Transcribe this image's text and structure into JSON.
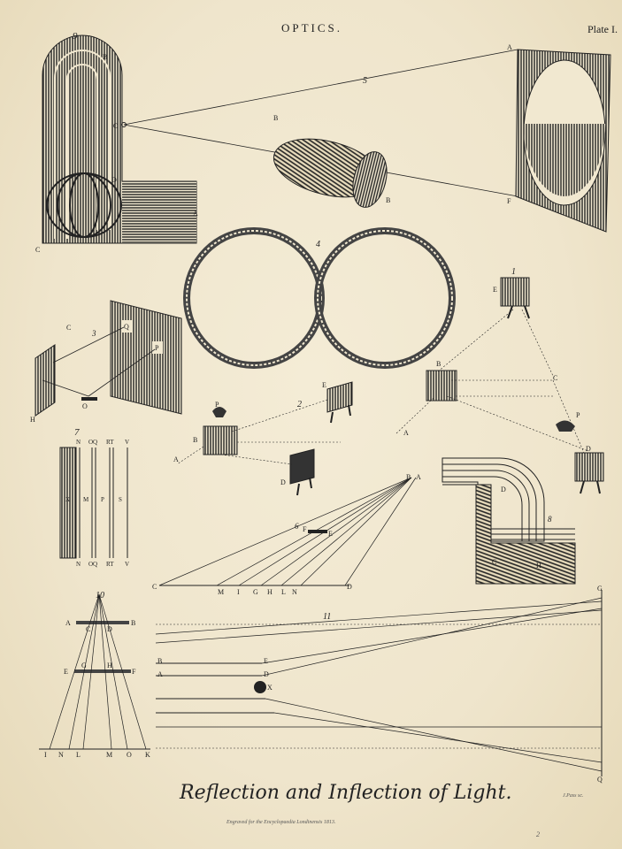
{
  "header": {
    "title": "OPTICS.",
    "plate": "Plate I."
  },
  "figures": {
    "fig1": {
      "num": "1",
      "labels": [
        "E",
        "B",
        "C",
        "A",
        "P",
        "D"
      ]
    },
    "fig2": {
      "num": "2",
      "labels": [
        "P",
        "B",
        "E",
        "A",
        "D"
      ]
    },
    "fig3": {
      "num": "3",
      "labels": [
        "C",
        "H",
        "Q",
        "P",
        "O"
      ]
    },
    "fig4": {
      "num": "4"
    },
    "fig5": {
      "num": "5",
      "labels": [
        "O",
        "B",
        "B",
        "A",
        "F"
      ]
    },
    "fig6": {
      "num": "6",
      "labels": [
        "B",
        "A",
        "F",
        "E",
        "C",
        "M",
        "I",
        "G",
        "H",
        "L",
        "N",
        "D"
      ]
    },
    "fig7": {
      "num": "7",
      "top": [
        "N",
        "OQ",
        "RT",
        "V"
      ],
      "bottom": [
        "N",
        "OQ",
        "RT",
        "V"
      ],
      "mid": [
        "X",
        "M",
        "P",
        "S"
      ]
    },
    "fig8": {
      "num": "8",
      "labels": [
        "D",
        "C",
        "H"
      ]
    },
    "fig9": {
      "num": "9",
      "labels": [
        "B",
        "D",
        "A",
        "C"
      ]
    },
    "fig10": {
      "num": "10",
      "labels": [
        "A",
        "B",
        "C",
        "D",
        "E",
        "F",
        "G",
        "H",
        "I",
        "N",
        "L",
        "M",
        "O",
        "K"
      ]
    },
    "fig11": {
      "num": "11",
      "labels": [
        "G",
        "B",
        "E",
        "A",
        "D",
        "X",
        "Q"
      ]
    }
  },
  "footer": {
    "caption": "Reflection and Inflection of Light.",
    "engraver": "J.Pass sc.",
    "imprint": "Engraved for the Encyclopaedia Londinensis 1813.",
    "page_mark": "2"
  }
}
